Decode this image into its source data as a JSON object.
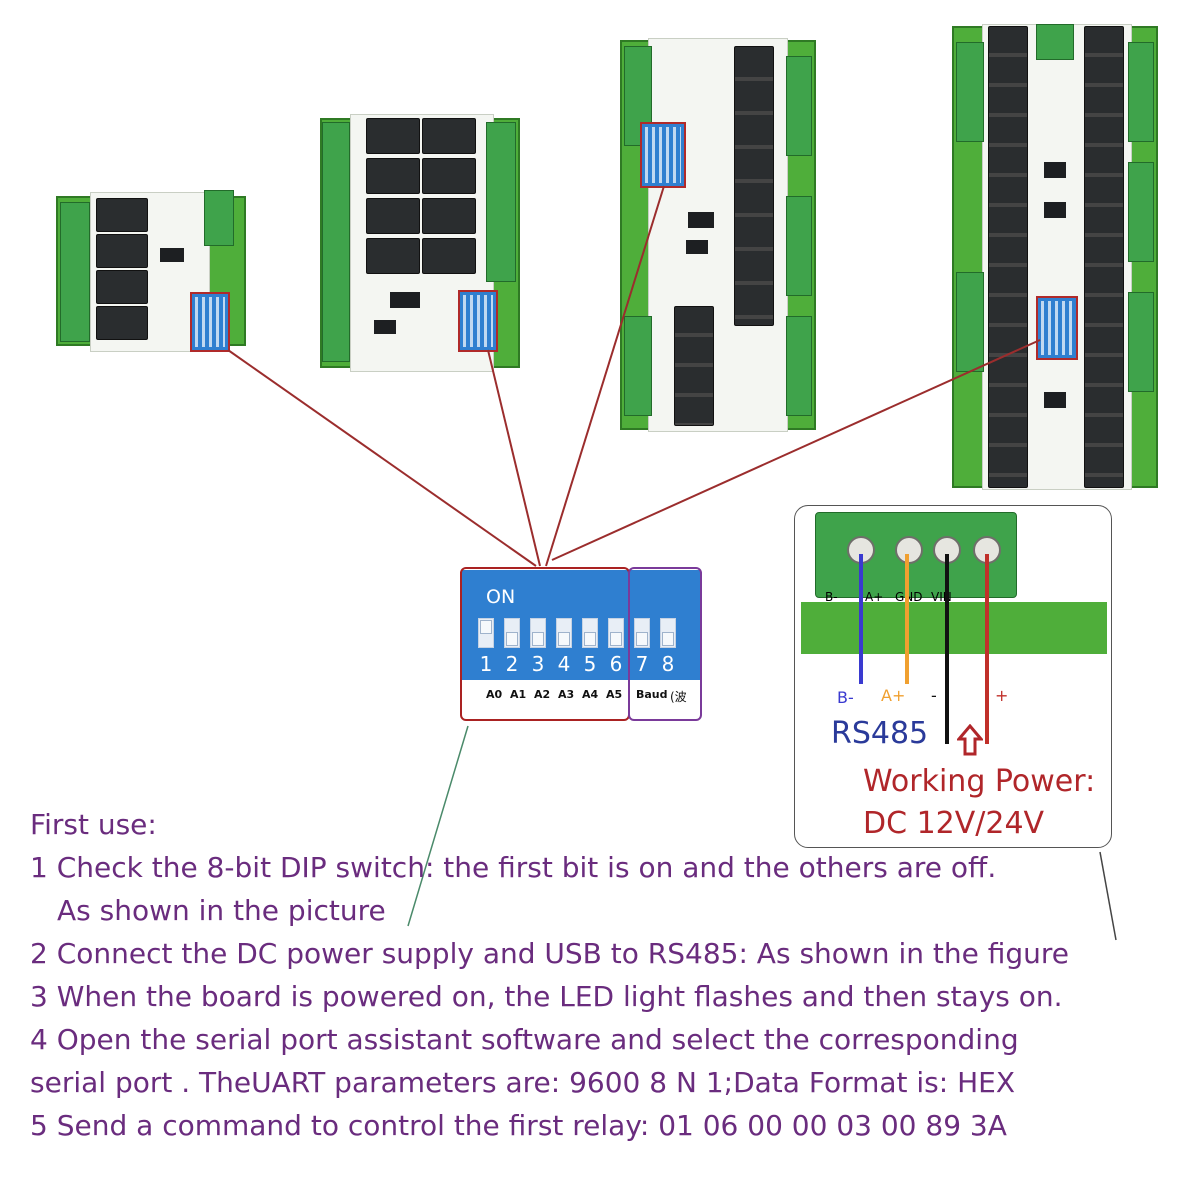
{
  "dip_switch": {
    "on_label": "ON",
    "numbers": [
      "1",
      "2",
      "3",
      "4",
      "5",
      "6",
      "7",
      "8"
    ],
    "address_labels": [
      "A0",
      "A1",
      "A2",
      "A3",
      "A4",
      "A5"
    ],
    "baud_label": "Baud",
    "baud_cjk": "(波"
  },
  "wiring": {
    "terminal_labels": [
      "B-",
      "A+",
      "GND",
      "VIN"
    ],
    "wire_labels": {
      "b_minus": "B-",
      "a_plus": "A+",
      "minus": "-",
      "plus": "+"
    },
    "rs485_label": "RS485",
    "power_line1": "Working Power:",
    "power_line2": "DC 12V/24V",
    "colors": {
      "b_minus": "#3a3ad0",
      "a_plus": "#f0a030",
      "gnd": "#111111",
      "vin": "#c0302a",
      "rs485": "#2a3a9a",
      "power": "#b0262a",
      "arrow": "#b0262a"
    }
  },
  "instructions": {
    "heading": "First use:",
    "lines": [
      "1 Check the 8-bit DIP switch: the first bit is on and the others are off.",
      "As shown in the picture",
      "2 Connect the DC power supply and USB to RS485: As shown in the figure",
      "3 When the board is powered on, the LED light flashes and then stays on.",
      "4 Open the serial port assistant software and select the corresponding",
      "serial port . TheUART parameters are: 9600 8 N 1;Data Format is: HEX",
      "5 Send a command to control the first relay: 01 06 00 00 03 00 89 3A"
    ],
    "text_color": "#6a2c7e"
  }
}
